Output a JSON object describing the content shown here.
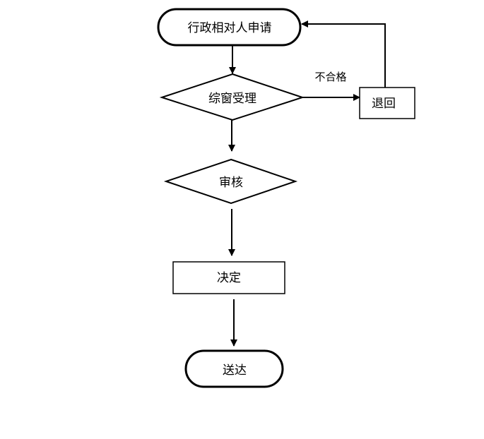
{
  "diagram": {
    "nodes": {
      "start": {
        "label": "行政相对人申请",
        "shape": "terminal"
      },
      "accept": {
        "label": "综窗受理",
        "shape": "decision"
      },
      "return": {
        "label": "退回",
        "shape": "process"
      },
      "review": {
        "label": "审核",
        "shape": "decision"
      },
      "decide": {
        "label": "决定",
        "shape": "process"
      },
      "deliver": {
        "label": "送达",
        "shape": "terminal"
      }
    },
    "edges": {
      "start_to_accept": {
        "from": "start",
        "to": "accept",
        "label": ""
      },
      "accept_to_return": {
        "from": "accept",
        "to": "return",
        "label": "不合格"
      },
      "return_to_start": {
        "from": "return",
        "to": "start",
        "label": ""
      },
      "accept_to_review": {
        "from": "accept",
        "to": "review",
        "label": ""
      },
      "review_to_decide": {
        "from": "review",
        "to": "decide",
        "label": ""
      },
      "decide_to_deliver": {
        "from": "decide",
        "to": "deliver",
        "label": ""
      }
    }
  }
}
